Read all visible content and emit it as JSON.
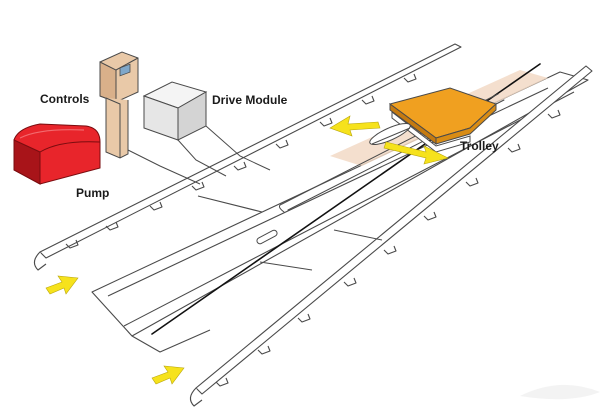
{
  "labels": {
    "controls": "Controls",
    "drive_module": "Drive Module",
    "pump": "Pump",
    "trolley": "Trolley"
  },
  "colors": {
    "pump": "#e8252b",
    "pump_dark": "#a81419",
    "trolley_top": "#f0a020",
    "trolley_side": "#c57a10",
    "arrow": "#f6e21c",
    "highlight": "#f2d9c6",
    "controls": "#e9c9a8",
    "line": "#4a4a4a"
  },
  "icons": {
    "flow_arrows": "yellow-arrow-icon",
    "motion_arrows": "yellow-arrow-icon"
  }
}
